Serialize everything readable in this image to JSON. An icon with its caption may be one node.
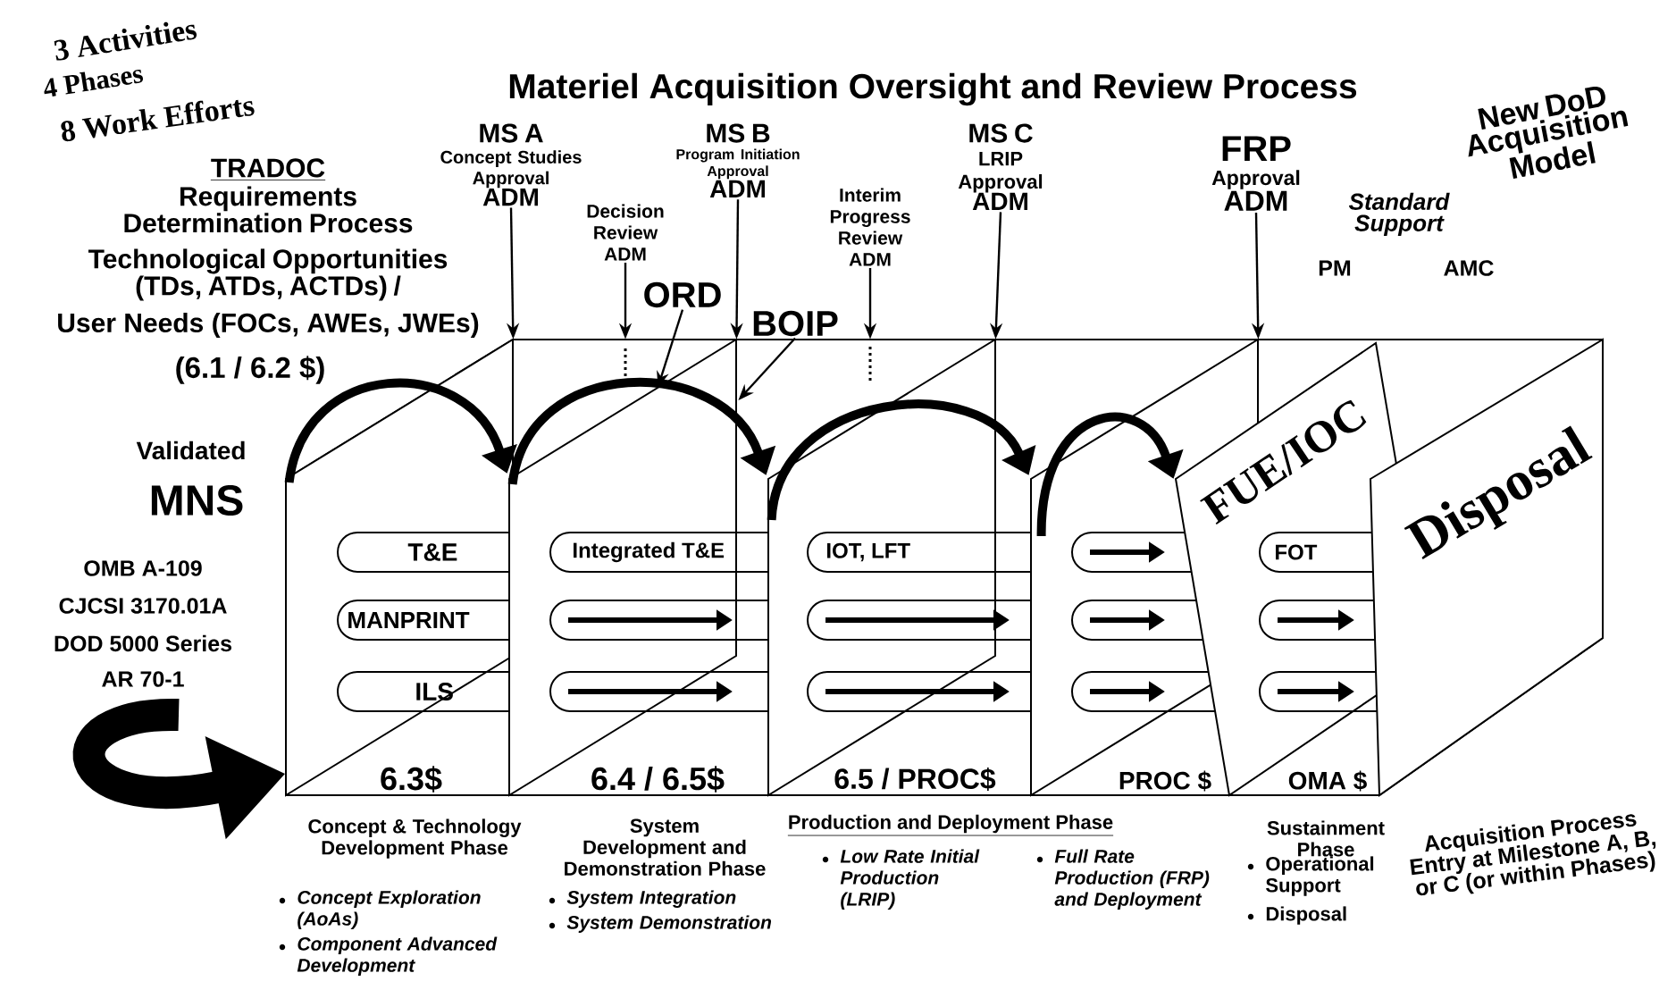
{
  "diagram": {
    "title": "Materiel Acquisition Oversight and Review Process",
    "nodes": [
      {
        "text": [
          "MS A",
          "Concept Studies Approval",
          "ADM"
        ]
      },
      {
        "text": [
          "Decision Review ADM"
        ]
      },
      {
        "text": [
          "MS B",
          "Program Initiation Approval",
          "ADM"
        ]
      },
      {
        "text": [
          "Interim Progress Review ADM"
        ]
      },
      {
        "text": [
          "MS C",
          "LRIP Approval",
          "ADM"
        ]
      },
      {
        "text": [
          "FRP",
          "Approval",
          "ADM"
        ]
      },
      {
        "text": [
          "ORD"
        ]
      },
      {
        "text": [
          "BOIP"
        ]
      },
      {
        "text": [],
        "shape": "box"
      },
      {
        "text": [],
        "shape": "box",
        "in": 8
      },
      {
        "text": [
          "T&E"
        ],
        "in": 9
      },
      {
        "text": [
          "MANPRINT"
        ],
        "in": 9
      },
      {
        "text": [
          "ILS"
        ],
        "in": 9
      },
      {
        "text": [],
        "shape": "box",
        "in": 8
      },
      {
        "text": [
          "Integrated T&E"
        ],
        "in": 13
      },
      {
        "text": [],
        "shape": "bar",
        "in": 13
      },
      {
        "text": [],
        "shape": "bar",
        "in": 13
      },
      {
        "text": [],
        "shape": "box",
        "in": 8
      },
      {
        "text": [
          "IOT, LFT"
        ],
        "in": 17
      },
      {
        "text": [],
        "shape": "bar",
        "in": 17
      },
      {
        "text": [],
        "shape": "bar",
        "in": 17
      },
      {
        "text": [],
        "shape": "box",
        "in": 8
      },
      {
        "text": [],
        "shape": "bar",
        "in": 21
      },
      {
        "text": [],
        "shape": "bar",
        "in": 21
      },
      {
        "text": [],
        "shape": "bar",
        "in": 21
      },
      {
        "text": [
          "FUE/IOC"
        ],
        "in": 8
      },
      {
        "text": [
          "FOT"
        ],
        "in": 25
      },
      {
        "text": [],
        "shape": "bar",
        "in": 25
      },
      {
        "text": [],
        "shape": "bar",
        "in": 25
      },
      {
        "text": [
          "Disposal"
        ],
        "in": 8
      }
    ],
    "edges": [
      {
        "from": 0,
        "to": 9,
        "arrow": "to"
      },
      {
        "from": 1,
        "to": 8,
        "arrow": "to"
      },
      {
        "from": 2,
        "to": 13,
        "arrow": "to"
      },
      {
        "from": 3,
        "to": 8,
        "arrow": "to"
      },
      {
        "from": 4,
        "to": 17,
        "arrow": "to"
      },
      {
        "from": 5,
        "to": 21,
        "arrow": "to"
      },
      {
        "from": 6,
        "to": 13,
        "arrow": "to"
      },
      {
        "from": 7,
        "to": 13,
        "arrow": "to"
      },
      {
        "from": 9,
        "to": 13,
        "arrow": "to",
        "style": "thick"
      },
      {
        "from": 13,
        "to": 17,
        "arrow": "to",
        "style": "thick"
      },
      {
        "from": 17,
        "to": 21,
        "arrow": "to",
        "style": "thick"
      },
      {
        "from": 21,
        "to": 25,
        "arrow": "to",
        "style": "thick"
      },
      {
        "from": null,
        "to": 9,
        "arrow": "to",
        "style": "thick"
      }
    ],
    "labels": [
      "3 Activities",
      "4 Phases",
      "8 Work Efforts",
      "New DoD Acquisition Model",
      "TRADOC",
      "Requirements Determination Process",
      "Technological Opportunities (TDs, ATDs, ACTDs) /",
      "User Needs (FOCs, AWEs, JWEs)",
      "Standard Support",
      "PM",
      "AMC",
      "(6.1 / 6.2 $)",
      "Validated",
      "MNS",
      "OMB A-109",
      "CJCSI 3170.01A",
      "DOD 5000 Series",
      "AR 70-1",
      "6.3$",
      "6.4 / 6.5$",
      "6.5 / PROC$",
      "PROC $",
      "OMA $",
      "Concept & Technology Development Phase",
      "System Development and Demonstration Phase",
      "Production and Deployment Phase",
      "Sustainment Phase",
      "Acquisition Process Entry at Milestone A, B, or C (or within Phases)",
      "Concept Exploration (AoAs)",
      "System Integration",
      "Low Rate Initial Production (LRIP)",
      "Full Rate Production (FRP) and Deployment",
      "Operational Support",
      "System Demonstration",
      "Disposal",
      "Component Advanced Development"
    ]
  }
}
